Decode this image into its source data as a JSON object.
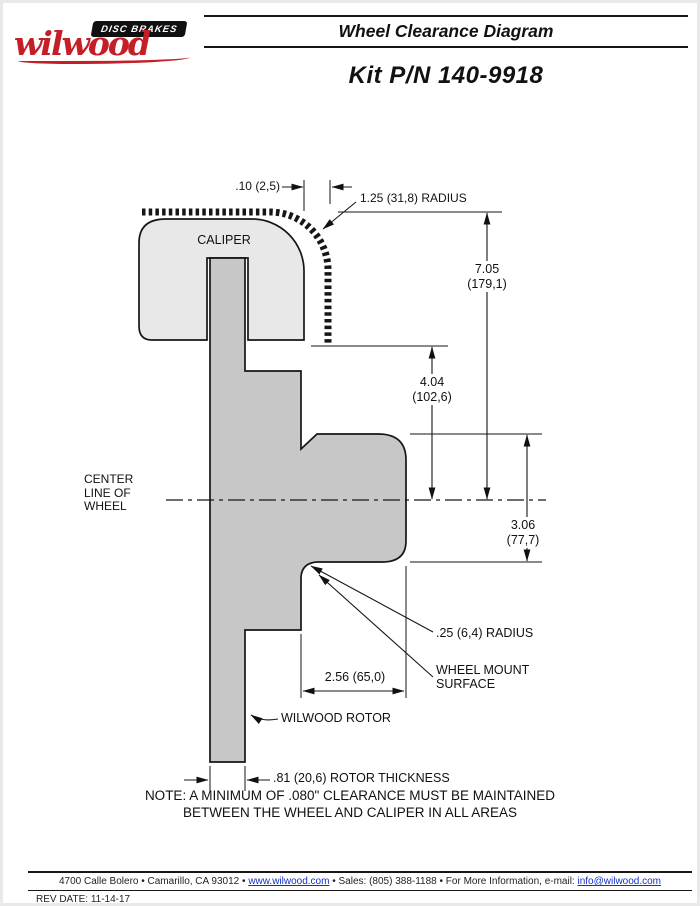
{
  "brand": {
    "badge": "DISC BRAKES",
    "name": "wilwood"
  },
  "header": {
    "title": "Wheel Clearance Diagram",
    "kit": "Kit P/N 140-9918"
  },
  "diagram": {
    "caliper": "CALIPER",
    "centerline": [
      "CENTER",
      "LINE OF",
      "WHEEL"
    ],
    "dim_gap": ".10 (2,5)",
    "radius_top": "1.25 (31,8) RADIUS",
    "dim_total": [
      "7.05",
      "(179,1)"
    ],
    "dim_mid": [
      "4.04",
      "(102,6)"
    ],
    "dim_low": [
      "3.06",
      "(77,7)"
    ],
    "radius_low": ".25 (6,4) RADIUS",
    "mount": [
      "WHEEL MOUNT",
      "SURFACE"
    ],
    "dim_mount_width": "2.56 (65,0)",
    "rotor": "WILWOOD ROTOR",
    "rotor_thickness": ".81 (20,6) ROTOR THICKNESS",
    "note": [
      "NOTE: A MINIMUM OF .080\" CLEARANCE MUST BE MAINTAINED",
      "BETWEEN THE WHEEL AND CALIPER IN ALL AREAS"
    ]
  },
  "footer": {
    "part1": "4700 Calle Bolero • Camarillo, CA 93012 •",
    "site": "www.wilwood.com",
    "part2": "• Sales: (805) 388-1188 • For More Information, e-mail:",
    "email": "info@wilwood.com",
    "rev": "REV DATE:  11-14-17"
  },
  "colors": {
    "brand_red": "#c41e27",
    "link_blue": "#1330c4",
    "caliper_fill": "#e8e8e8",
    "rotor_fill": "#c7c7c7"
  }
}
